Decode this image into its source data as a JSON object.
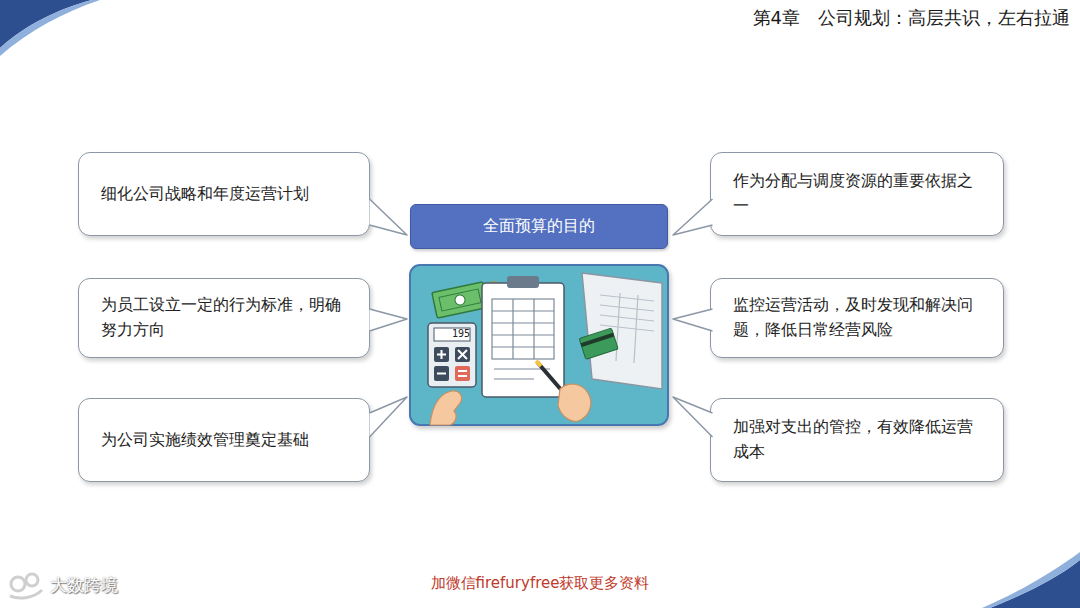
{
  "diagram": {
    "title": "第4章　公司规划：高层共识，左右拉通",
    "nodes": [
      {
        "text": [
          "细化公司战略和年度运营计划"
        ]
      },
      {
        "text": [
          "全面预算的目的"
        ]
      },
      {
        "text": [
          "作为分配与调度资源的重要依据之一"
        ]
      },
      {
        "text": [
          "为员工设立一定的行为标准，明确努力方向"
        ]
      },
      {
        "text": [
          "监控运营活动，及时发现和解决问题，降低日常经营风险"
        ]
      },
      {
        "text": [
          "为公司实施绩效管理奠定基础"
        ]
      },
      {
        "text": [
          "加强对支出的管控，有效降低运营成本"
        ]
      }
    ],
    "labels": [
      "195",
      "加微信firefuryfree获取更多资料",
      "大数跨境"
    ]
  }
}
